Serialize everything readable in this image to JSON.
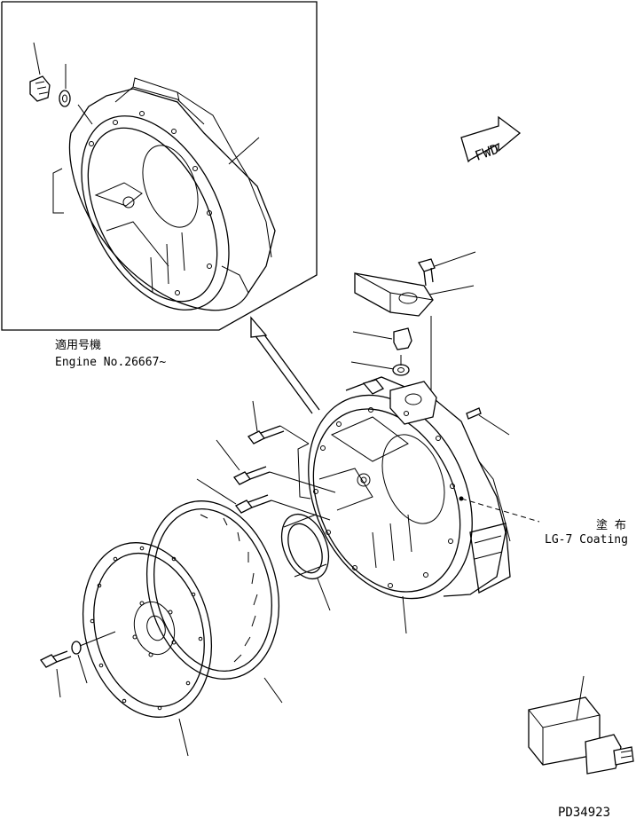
{
  "inset": {
    "applicability_jp": "適用号機",
    "serial_label": "Engine No.26667~"
  },
  "fwd_label": "FWD",
  "coating": {
    "jp": "塗 布",
    "en": "LG-7 Coating"
  },
  "drawing_number": "PD34923"
}
